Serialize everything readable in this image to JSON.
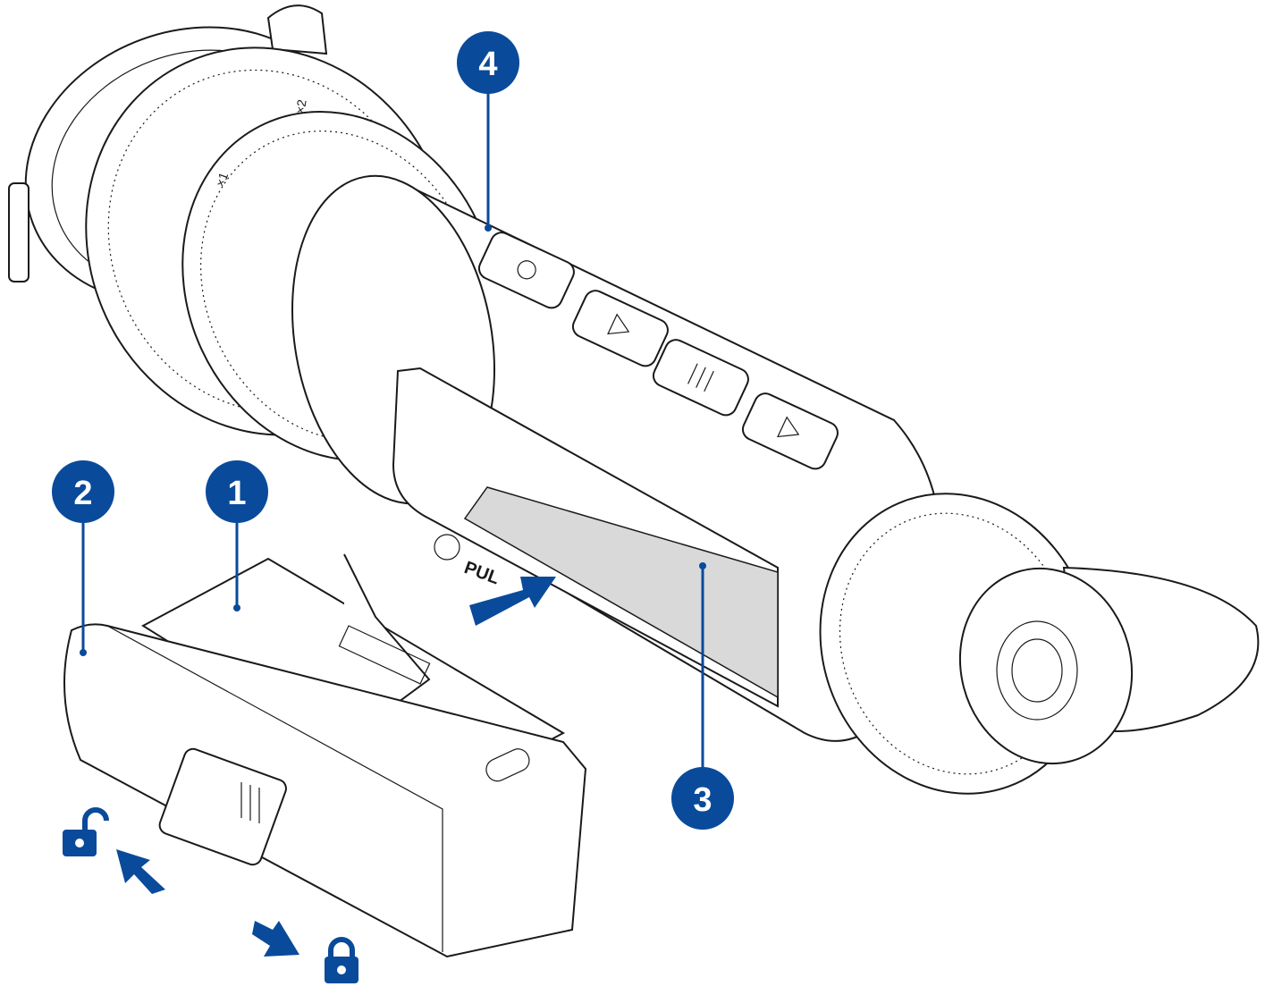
{
  "figure": {
    "callouts": [
      {
        "number": "1"
      },
      {
        "number": "2"
      },
      {
        "number": "3"
      },
      {
        "number": "4"
      }
    ],
    "zoom_marks": {
      "x1": "×1",
      "x2": "×2"
    },
    "logo_text": "PUL",
    "colors": {
      "callout": "#0a4a9a",
      "compartment": "#d9d9d9",
      "outline": "#1a1a1a"
    },
    "icons": [
      "unlock-icon",
      "lock-icon",
      "arrow-insert-icon",
      "arrow-unlock-icon",
      "arrow-lock-icon"
    ]
  }
}
